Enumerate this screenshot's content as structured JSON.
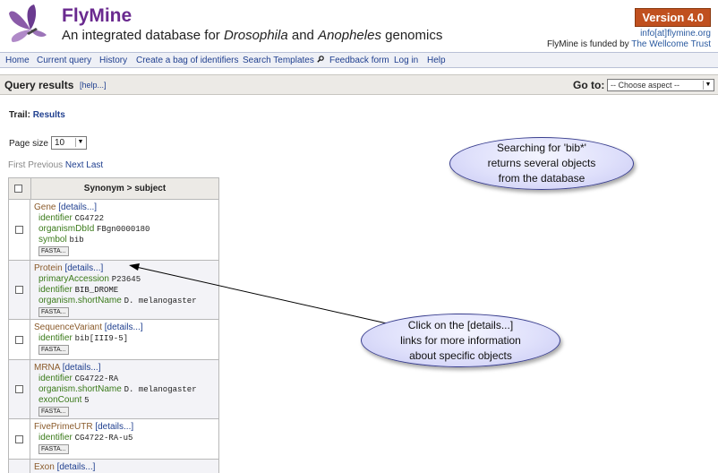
{
  "header": {
    "brand": "FlyMine",
    "tagline_prefix": "An integrated database for ",
    "tagline_species1": "Drosophila",
    "tagline_mid": " and ",
    "tagline_species2": "Anopheles",
    "tagline_suffix": " genomics",
    "version": "Version 4.0",
    "contact": "info[at]flymine.org",
    "funded_prefix": "FlyMine is funded by ",
    "funded_link": "The Wellcome Trust"
  },
  "menu": [
    "Home",
    "Current query",
    "History",
    "Create a bag of identifiers",
    "Search Templates",
    "Feedback form",
    "Log in",
    "Help"
  ],
  "titlebar": {
    "title": "Query results",
    "help": "[help...]",
    "goto_label": "Go to:",
    "goto_value": "-- Choose aspect --"
  },
  "trail": {
    "label": "Trail:",
    "link": "Results"
  },
  "pagesize": {
    "label": "Page size",
    "value": "10"
  },
  "pager": {
    "first": "First",
    "previous": "Previous",
    "next": "Next",
    "last": "Last"
  },
  "table": {
    "header": "Synonym > subject",
    "details_label": "[details...]",
    "fasta_label": "FASTA...",
    "rows": [
      {
        "type": "Gene",
        "fields": [
          [
            "identifier",
            "CG4722"
          ],
          [
            "organismDbId",
            "FBgn0000180"
          ],
          [
            "symbol",
            "bib"
          ]
        ]
      },
      {
        "type": "Protein",
        "fields": [
          [
            "primaryAccession",
            "P23645"
          ],
          [
            "identifier",
            "BIB_DROME"
          ],
          [
            "organism.shortName",
            "D. melanogaster"
          ]
        ]
      },
      {
        "type": "SequenceVariant",
        "fields": [
          [
            "identifier",
            "bib[III9-5]"
          ]
        ]
      },
      {
        "type": "MRNA",
        "fields": [
          [
            "identifier",
            "CG4722-RA"
          ],
          [
            "organism.shortName",
            "D. melanogaster"
          ],
          [
            "exonCount",
            "5"
          ]
        ]
      },
      {
        "type": "FivePrimeUTR",
        "fields": [
          [
            "identifier",
            "CG4722-RA-u5"
          ]
        ]
      },
      {
        "type": "Exon",
        "fields": []
      }
    ]
  },
  "callouts": {
    "search": [
      "Searching for 'bib*'",
      "returns several objects",
      "from the database"
    ],
    "details": [
      "Click on the [details...]",
      "links for more information",
      "about specific objects"
    ]
  }
}
